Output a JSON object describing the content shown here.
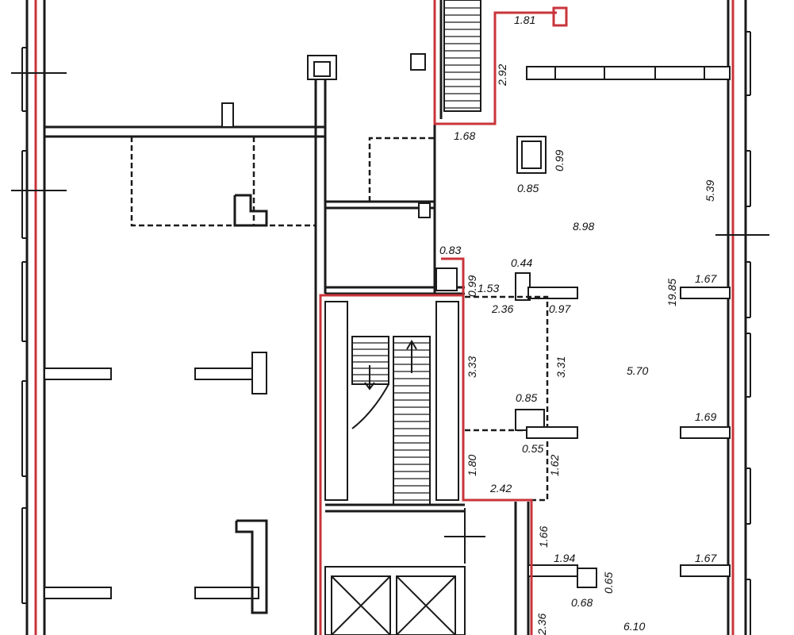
{
  "dimensions": [
    {
      "id": "d1",
      "text": "1.81"
    },
    {
      "id": "d2",
      "text": "2.92"
    },
    {
      "id": "d3",
      "text": "1.68"
    },
    {
      "id": "d4",
      "text": "0.99"
    },
    {
      "id": "d5",
      "text": "0.85"
    },
    {
      "id": "d6",
      "text": "5.39"
    },
    {
      "id": "d7",
      "text": "8.98"
    },
    {
      "id": "d8",
      "text": "0.83"
    },
    {
      "id": "d9",
      "text": "0.44"
    },
    {
      "id": "d10",
      "text": "0.99"
    },
    {
      "id": "d11",
      "text": "1.53"
    },
    {
      "id": "d12",
      "text": "19.85"
    },
    {
      "id": "d13",
      "text": "1.67"
    },
    {
      "id": "d14",
      "text": "2.36"
    },
    {
      "id": "d15",
      "text": "0.97"
    },
    {
      "id": "d16",
      "text": "3.33"
    },
    {
      "id": "d17",
      "text": "3.31"
    },
    {
      "id": "d18",
      "text": "5.70"
    },
    {
      "id": "d19",
      "text": "0.85"
    },
    {
      "id": "d20",
      "text": "1.69"
    },
    {
      "id": "d21",
      "text": "0.55"
    },
    {
      "id": "d22",
      "text": "1.62"
    },
    {
      "id": "d23",
      "text": "1.80"
    },
    {
      "id": "d24",
      "text": "2.42"
    },
    {
      "id": "d25",
      "text": "1.66"
    },
    {
      "id": "d26",
      "text": "1.94"
    },
    {
      "id": "d27",
      "text": "0.65"
    },
    {
      "id": "d28",
      "text": "1.67"
    },
    {
      "id": "d29",
      "text": "0.68"
    },
    {
      "id": "d30",
      "text": "6.10"
    },
    {
      "id": "d31",
      "text": "2.36"
    }
  ],
  "colors": {
    "wall": "#1a1a1a",
    "highlight": "#c9343a",
    "background": "#ffffff"
  }
}
